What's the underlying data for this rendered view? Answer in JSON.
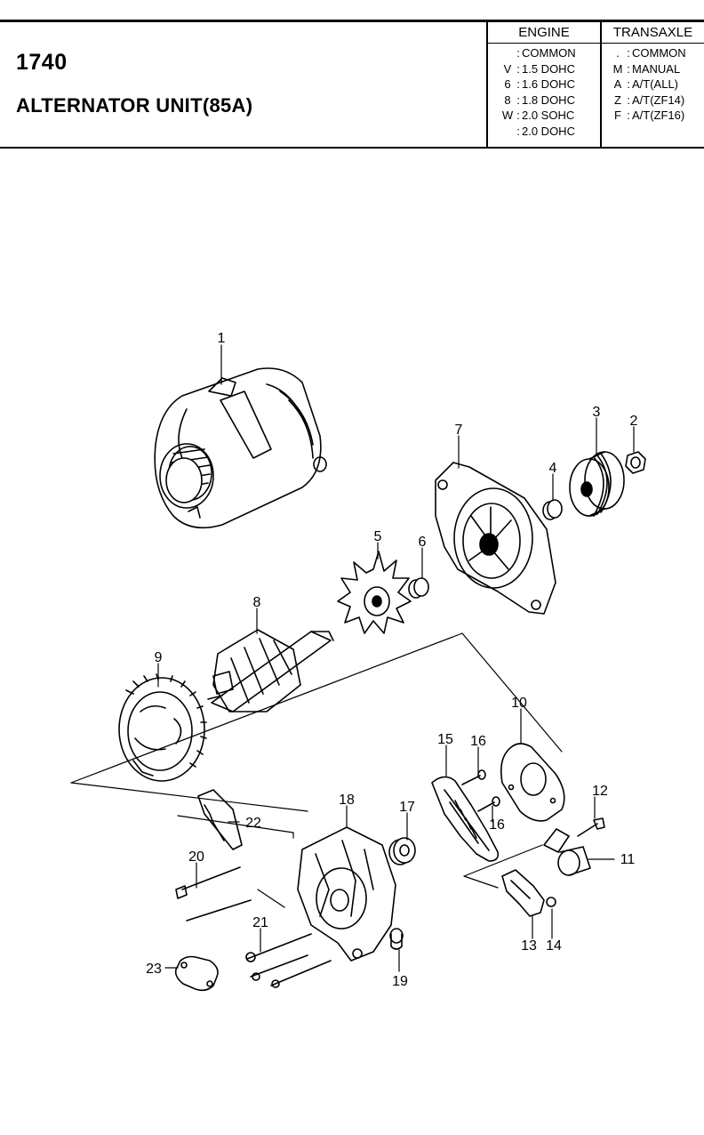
{
  "header": {
    "part_code": "1740",
    "title": "ALTERNATOR UNIT(85A)"
  },
  "legend": {
    "engine": {
      "heading": "ENGINE",
      "rows": [
        {
          "code": "",
          "value": "COMMON"
        },
        {
          "code": "V",
          "value": "1.5 DOHC"
        },
        {
          "code": "6",
          "value": "1.6 DOHC"
        },
        {
          "code": "8",
          "value": "1.8 DOHC"
        },
        {
          "code": "W",
          "value": "2.0 SOHC"
        },
        {
          "code": "",
          "value": "2.0 DOHC"
        }
      ]
    },
    "transaxle": {
      "heading": "TRANSAXLE",
      "rows": [
        {
          "code": ".",
          "value": "COMMON"
        },
        {
          "code": "M",
          "value": "MANUAL"
        },
        {
          "code": "A",
          "value": "A/T(ALL)"
        },
        {
          "code": "Z",
          "value": "A/T(ZF14)"
        },
        {
          "code": "F",
          "value": "A/T(ZF16)"
        }
      ]
    }
  },
  "callouts": {
    "c1": "1",
    "c2": "2",
    "c3": "3",
    "c4": "4",
    "c5": "5",
    "c6": "6",
    "c7": "7",
    "c8": "8",
    "c9": "9",
    "c10": "10",
    "c11": "11",
    "c12": "12",
    "c13": "13",
    "c14": "14",
    "c15": "15",
    "c16a": "16",
    "c16b": "16",
    "c17": "17",
    "c18": "18",
    "c19": "19",
    "c20": "20",
    "c21": "21",
    "c22": "22",
    "c23": "23"
  }
}
